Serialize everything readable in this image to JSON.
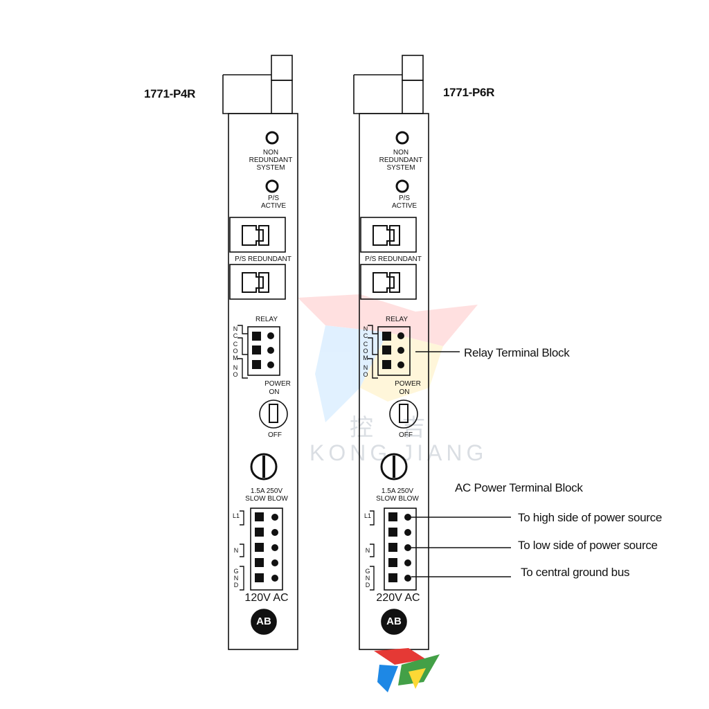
{
  "modules": [
    {
      "model": "1771-P4R",
      "labels": {
        "non_redundant": [
          "NON",
          "REDUNDANT",
          "SYSTEM"
        ],
        "ps_active": [
          "P/S",
          "ACTIVE"
        ],
        "ps_redundant": "P/S REDUNDANT",
        "relay": "RELAY",
        "relay_pins": [
          "NC",
          "COM",
          "NO"
        ],
        "power": "POWER",
        "on": "ON",
        "off": "OFF",
        "fuse": [
          "1.5A 250V",
          "SLOW BLOW"
        ],
        "ac_pins": [
          "L1",
          "N",
          "GND"
        ],
        "voltage": "120V AC",
        "logo": "AB"
      }
    },
    {
      "model": "1771-P6R",
      "labels": {
        "non_redundant": [
          "NON",
          "REDUNDANT",
          "SYSTEM"
        ],
        "ps_active": [
          "P/S",
          "ACTIVE"
        ],
        "ps_redundant": "P/S REDUNDANT",
        "relay": "RELAY",
        "relay_pins": [
          "NC",
          "COM",
          "NO"
        ],
        "power": "POWER",
        "on": "ON",
        "off": "OFF",
        "fuse": [
          "1.5A 250V",
          "SLOW BLOW"
        ],
        "ac_pins": [
          "L1",
          "N",
          "GND"
        ],
        "voltage": "220V AC",
        "logo": "AB"
      }
    }
  ],
  "callouts": {
    "relay_terminal_block": "Relay Terminal Block",
    "ac_power_terminal_block": "AC Power Terminal Block",
    "high_side": "To high side of power source",
    "low_side": "To low side of power source",
    "ground": "To central ground bus"
  },
  "watermark": {
    "chinese": "控 吉",
    "latin": "KONG JIANG"
  }
}
